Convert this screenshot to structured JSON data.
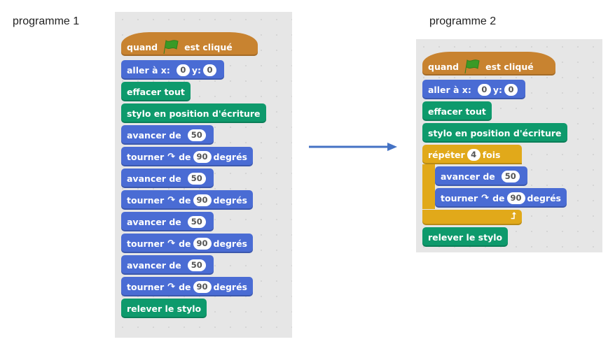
{
  "programs": [
    {
      "title": "programme 1",
      "hat": {
        "before": "quand",
        "icon": "green-flag-icon",
        "after": "est cliqué"
      },
      "goto": {
        "label": "aller à x:",
        "x": "0",
        "ylabel": "y:",
        "y": "0"
      },
      "clear": "effacer tout",
      "pendown": "stylo en position d'écriture",
      "moves": [
        {
          "move_label": "avancer de",
          "steps": "50",
          "turn_label": "tourner",
          "turn_de": "de",
          "degrees": "90",
          "degrees_label": "degrés"
        },
        {
          "move_label": "avancer de",
          "steps": "50",
          "turn_label": "tourner",
          "turn_de": "de",
          "degrees": "90",
          "degrees_label": "degrés"
        },
        {
          "move_label": "avancer de",
          "steps": "50",
          "turn_label": "tourner",
          "turn_de": "de",
          "degrees": "90",
          "degrees_label": "degrés"
        },
        {
          "move_label": "avancer de",
          "steps": "50",
          "turn_label": "tourner",
          "turn_de": "de",
          "degrees": "90",
          "degrees_label": "degrés"
        }
      ],
      "penup": "relever le stylo"
    },
    {
      "title": "programme 2",
      "hat": {
        "before": "quand",
        "icon": "green-flag-icon",
        "after": "est cliqué"
      },
      "goto": {
        "label": "aller à x:",
        "x": "0",
        "ylabel": "y:",
        "y": "0"
      },
      "clear": "effacer tout",
      "pendown": "stylo en position d'écriture",
      "repeat": {
        "label": "répéter",
        "count": "4",
        "suffix": "fois"
      },
      "loop_body": {
        "move_label": "avancer de",
        "steps": "50",
        "turn_label": "tourner",
        "turn_de": "de",
        "degrees": "90",
        "degrees_label": "degrés"
      },
      "penup": "relever le stylo"
    }
  ],
  "arrow": {
    "direction": "right",
    "color": "#4472c4"
  },
  "colors": {
    "motion": "#4a6cd4",
    "pen": "#0e9a6c",
    "event": "#c88330",
    "control": "#e1a91a"
  }
}
